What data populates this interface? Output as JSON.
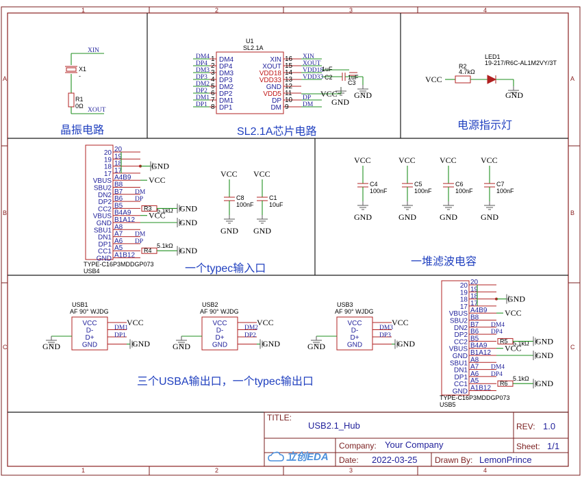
{
  "ruler": {
    "cols": [
      "1",
      "2",
      "3",
      "4"
    ],
    "rows": [
      "A",
      "B",
      "C"
    ]
  },
  "sections": {
    "crystal": "晶振电路",
    "chip": "SL2.1A芯片电路",
    "power_led": "电源指示灯",
    "typec_in": "一个typec输入口",
    "filter_caps": "一堆滤波电容",
    "outputs": "三个USBA输出口，一个typec输出口"
  },
  "crystal": {
    "x1_ref": "X1",
    "x1_val": "-",
    "r1_ref": "R1",
    "r1_val": "0Ω",
    "net_xin": "XIN",
    "net_xout": "XOUT"
  },
  "chip": {
    "ref": "U1",
    "value": "SL2.1A",
    "left_pins": [
      {
        "name": "DM4",
        "num": "1",
        "net": "DM4"
      },
      {
        "name": "DP4",
        "num": "2",
        "net": "DP4"
      },
      {
        "name": "DM3",
        "num": "3",
        "net": "DM3"
      },
      {
        "name": "DP3",
        "num": "4",
        "net": "DP3"
      },
      {
        "name": "DM2",
        "num": "5",
        "net": "DM2"
      },
      {
        "name": "DP2",
        "num": "6",
        "net": "DP2"
      },
      {
        "name": "DM1",
        "num": "7",
        "net": "DM1"
      },
      {
        "name": "DP1",
        "num": "8",
        "net": "DP1"
      }
    ],
    "right_pins": [
      {
        "name": "XIN",
        "num": "16",
        "net": "XIN"
      },
      {
        "name": "XOUT",
        "num": "15",
        "net": "XOUT"
      },
      {
        "name": "VDD18",
        "num": "14",
        "net": "VDD18"
      },
      {
        "name": "VDD33",
        "num": "13",
        "net": "VDD33"
      },
      {
        "name": "GND",
        "num": "12",
        "net": ""
      },
      {
        "name": "VDD5",
        "num": "11",
        "net": ""
      },
      {
        "name": "DP",
        "num": "10",
        "net": "DP"
      },
      {
        "name": "DM",
        "num": "9",
        "net": "DM"
      }
    ],
    "c2_ref": "C2",
    "c2_val": "1uF",
    "c3_ref": "C3",
    "c3_val": "1uF",
    "vcc": "VCC",
    "gnd1": "GND",
    "gnd2": "GND"
  },
  "led": {
    "r2_ref": "R2",
    "r2_val": "4.7kΩ",
    "led_ref": "LED1",
    "led_val": "19-217/R6C-AL1M2VY/3T",
    "vcc": "VCC",
    "gnd": "GND"
  },
  "typec_in": {
    "ref": "USB4",
    "value": "TYPE-C16P3MDDGP073",
    "left_pins": [
      "20",
      "19",
      "18",
      "17",
      "VBUS",
      "SBU2",
      "DN2",
      "DP2",
      "CC2",
      "VBUS",
      "GND",
      "SBU1",
      "DN1",
      "DP1",
      "CC1",
      "GND"
    ],
    "right_pins": [
      "20",
      "19",
      "18",
      "17",
      "A4B9",
      "B8",
      "B7",
      "B6",
      "B5",
      "B4A9",
      "B1A12",
      "A8",
      "A7",
      "A6",
      "A5",
      "A1B12"
    ],
    "r3_ref": "R3",
    "r3_val": "5.1kΩ",
    "r4_ref": "R4",
    "r4_val": "5.1kΩ",
    "net_dm": "DM",
    "net_dp": "DP",
    "vcc": "VCC",
    "gnd_labels": [
      "GND",
      "GND",
      "GND",
      "GND"
    ]
  },
  "filter": {
    "caps": [
      {
        "ref": "C8",
        "val": "100nF"
      },
      {
        "ref": "C1",
        "val": "10uF"
      },
      {
        "ref": "C4",
        "val": "100nF"
      },
      {
        "ref": "C5",
        "val": "100nF"
      },
      {
        "ref": "C6",
        "val": "100nF"
      },
      {
        "ref": "C7",
        "val": "100nF"
      }
    ],
    "vcc": "VCC",
    "gnd": "GND"
  },
  "usba": [
    {
      "ref": "USB1",
      "val": "AF 90° WJDG",
      "dm": "DM1",
      "dp": "DP1"
    },
    {
      "ref": "USB2",
      "val": "AF 90° WJDG",
      "dm": "DM2",
      "dp": "DP2"
    },
    {
      "ref": "USB3",
      "val": "AF 90° WJDG",
      "dm": "DM3",
      "dp": "DP3"
    }
  ],
  "usba_pins": [
    "VCC",
    "D-",
    "D+",
    "GND"
  ],
  "typec_out": {
    "ref": "USB5",
    "value": "TYPE-C16P3MDDGP073",
    "r5_ref": "R5",
    "r5_val": "5.1kΩ",
    "r6_ref": "R6",
    "r6_val": "5.1kΩ",
    "net_dm": "DM4",
    "net_dp": "DP4"
  },
  "titleblock": {
    "title_label": "TITLE:",
    "title_value": "USB2.1_Hub",
    "rev_label": "REV:",
    "rev_value": "1.0",
    "company_label": "Company:",
    "company_value": "Your Company",
    "sheet_label": "Sheet:",
    "sheet_value": "1/1",
    "date_label": "Date:",
    "date_value": "2022-03-25",
    "drawn_label": "Drawn By:",
    "drawn_value": "LemonPrince",
    "logo_text": "立创EDA"
  }
}
